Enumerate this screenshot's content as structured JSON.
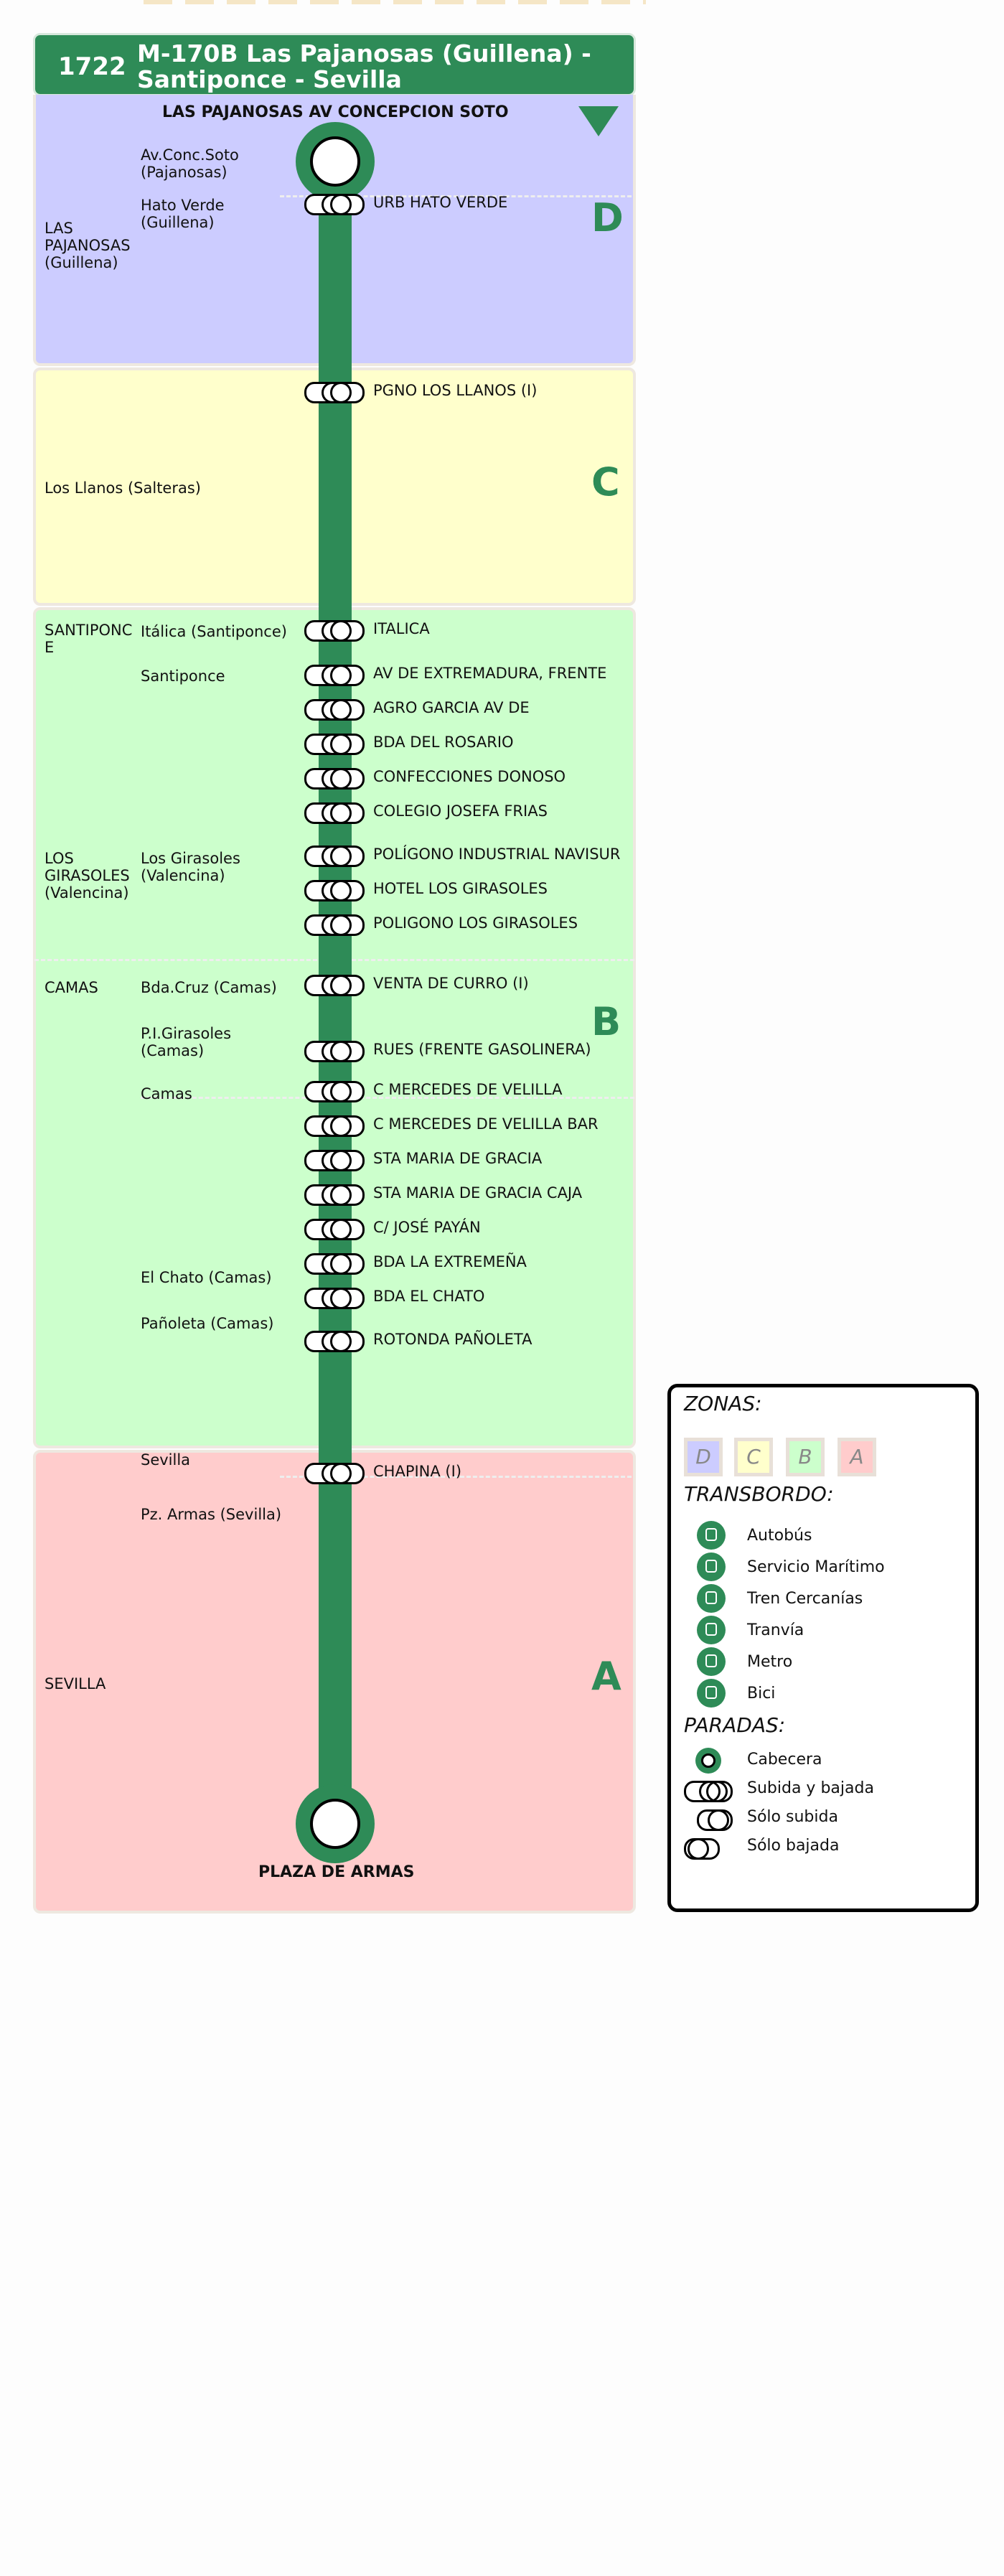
{
  "header": {
    "number": "1722",
    "line_title": "M-170B  Las Pajanosas (Guillena) -",
    "line_title_2": "Santiponce - Sevilla"
  },
  "terminals": {
    "start": "LAS PAJANOSAS AV CONCEPCION SOTO",
    "end": "PLAZA DE ARMAS"
  },
  "zones": [
    "D",
    "C",
    "B",
    "A"
  ],
  "municipalities": [
    {
      "name": "LAS\nPAJANOSAS\n(Guillena)"
    },
    {
      "name": "Los Llanos (Salteras)"
    },
    {
      "name": "SANTIPONC\nE"
    },
    {
      "name": "LOS\nGIRASOLES\n(Valencina)"
    },
    {
      "name": "CAMAS"
    },
    {
      "name": "SEVILLA"
    }
  ],
  "localities": [
    "Av.Conc.Soto\n(Pajanosas)",
    "Hato Verde\n(Guillena)",
    "Itálica (Santiponce)",
    "Santiponce",
    "Los Girasoles\n(Valencina)",
    "Bda.Cruz (Camas)",
    "P.I.Girasoles\n(Camas)",
    "Camas",
    "El Chato (Camas)",
    "Pañoleta (Camas)",
    "Sevilla",
    "Pz. Armas (Sevilla)"
  ],
  "stops": [
    "URB HATO VERDE",
    "PGNO LOS LLANOS (I)",
    "ITALICA",
    "AV DE EXTREMADURA, FRENTE",
    "AGRO GARCIA AV DE",
    "BDA DEL ROSARIO",
    "CONFECCIONES DONOSO",
    "COLEGIO JOSEFA FRIAS",
    "POLÍGONO INDUSTRIAL NAVISUR",
    "HOTEL LOS GIRASOLES",
    "POLIGONO LOS GIRASOLES",
    "VENTA DE CURRO (I)",
    "RUES (FRENTE GASOLINERA)",
    "C MERCEDES DE VELILLA",
    "C MERCEDES DE VELILLA BAR",
    "STA MARIA DE GRACIA",
    "STA MARIA DE GRACIA CAJA",
    "C/ JOSÉ PAYÁN",
    "BDA LA EXTREMEÑA",
    "BDA EL CHATO",
    "ROTONDA PAÑOLETA",
    "CHAPINA (I)"
  ],
  "legend": {
    "zonas_title": "ZONAS:",
    "zones": [
      "D",
      "C",
      "B",
      "A"
    ],
    "zone_colors": [
      "#ccccff",
      "#ffffcc",
      "#ccffcc",
      "#ffcccc"
    ],
    "transbordo_title": "TRANSBORDO:",
    "transfers": [
      "Autobús",
      "Servicio Marítimo",
      "Tren Cercanías",
      "Tranvía",
      "Metro",
      "Bici"
    ],
    "paradas_title": "PARADAS:",
    "stop_types": [
      "Cabecera",
      "Subida y bajada",
      "Sólo subida",
      "Sólo bajada"
    ]
  },
  "colors": {
    "line": "#2e8b57",
    "zone_D": "#ccccff",
    "zone_C": "#ffffcc",
    "zone_B": "#ccffcc",
    "zone_A": "#ffcccc"
  }
}
